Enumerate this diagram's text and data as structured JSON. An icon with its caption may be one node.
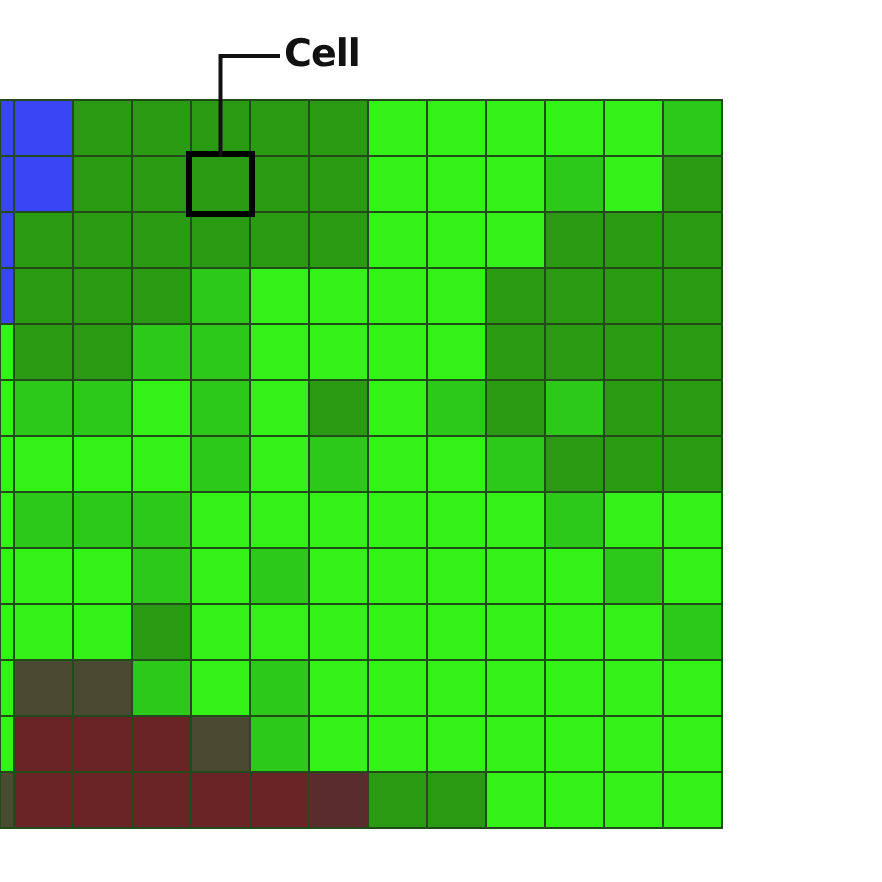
{
  "diagram": {
    "nodes": [
      {
        "text": [
          "Cell"
        ]
      },
      {
        "text": [],
        "shape": "box"
      }
    ],
    "edges": [
      {
        "from": 0,
        "to": 1,
        "arrow": "none"
      }
    ]
  }
}
